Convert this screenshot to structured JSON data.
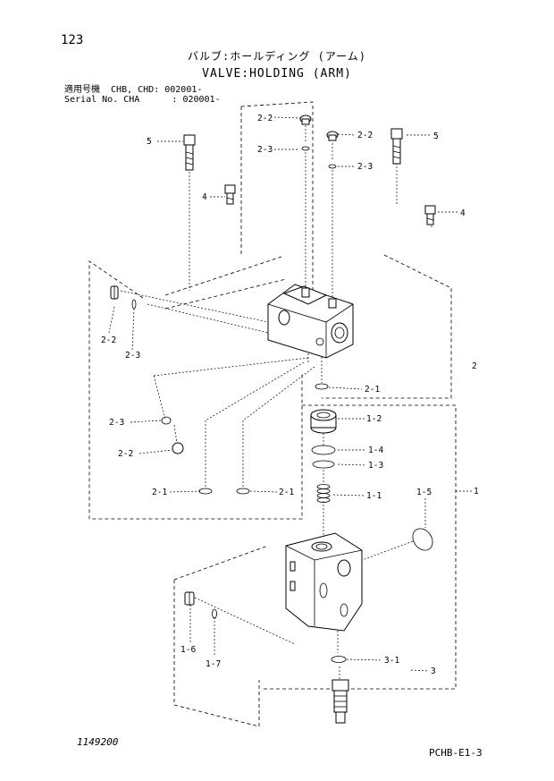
{
  "header": {
    "page_number": "123",
    "title_jp": "バルブ:ホールディング (アーム)",
    "title_en": "VALVE:HOLDING (ARM)",
    "applicable_models": "適用号機  CHB, CHD: 002001-",
    "serial_no": "Serial No. CHA      : 020001-"
  },
  "callouts": {
    "c22_top": "2-2",
    "c22_right": "2-2",
    "c23_top": "2-3",
    "c23_right": "2-3",
    "c5_left": "5",
    "c5_right": "5",
    "c4_left": "4",
    "c4_right": "4",
    "c22_side": "2-2",
    "c23_side": "2-3",
    "c2": "2",
    "c21_main": "2-1",
    "c23_lower": "2-3",
    "c22_lower": "2-2",
    "c21_left": "2-1",
    "c21_right": "2-1",
    "c12": "1-2",
    "c14": "1-4",
    "c13": "1-3",
    "c11": "1-1",
    "c15": "1-5",
    "c1": "1",
    "c16": "1-6",
    "c17": "1-7",
    "c31": "3-1",
    "c3": "3"
  },
  "footer": {
    "diagram_number": "1149200",
    "page_code": "PCHB-E1-3"
  }
}
